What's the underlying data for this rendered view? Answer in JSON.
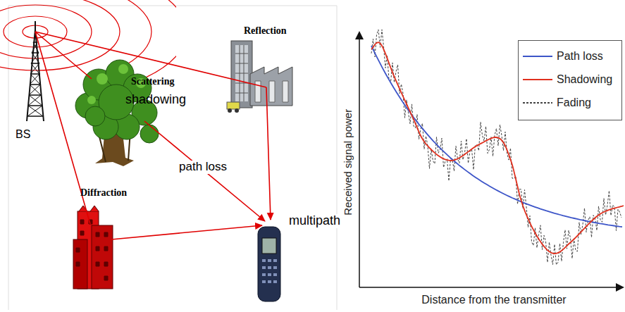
{
  "diagram": {
    "labels": [
      "Reflection",
      "Scattering",
      "shadowing",
      "BS",
      "path loss",
      "Diffraction",
      "multipath",
      "Received signal power",
      "Distance from the transmitter"
    ],
    "legend": [
      {
        "text": "Path loss"
      },
      {
        "text": "Shadowing"
      },
      {
        "text": "Fading"
      }
    ]
  }
}
